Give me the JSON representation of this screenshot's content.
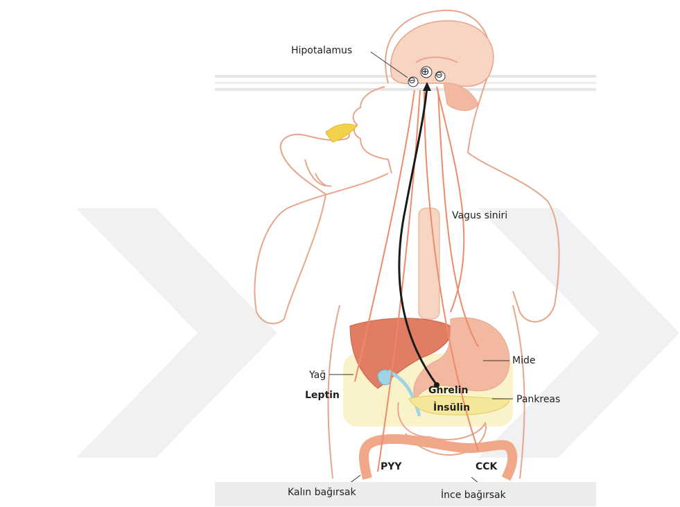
{
  "diagram": {
    "labels": {
      "hypothalamus": "Hipotalamus",
      "vagus": "Vagus siniri",
      "stomach": "Mide",
      "fat": "Yağ",
      "leptin": "Leptin",
      "ghrelin": "Ghrelin",
      "insulin": "İnsülin",
      "pancreas": "Pankreas",
      "pyy": "PYY",
      "cck": "CCK",
      "large_intestine": "Kalın bağırsak",
      "small_intestine": "İnce bağırsak"
    },
    "signs": {
      "plus": "⊕",
      "minus": "⊖"
    },
    "colors": {
      "outline": "#e8a58a",
      "nerve": "#ee8a6a",
      "organ": "#f3b9a0",
      "liver": "#e07d63",
      "fat": "#f5e79a",
      "gallbladder": "#9fd3e6",
      "ghrelin_path": "#1a1a1a",
      "food": "#f2d24b",
      "watermark": "#f0f0f0"
    }
  }
}
